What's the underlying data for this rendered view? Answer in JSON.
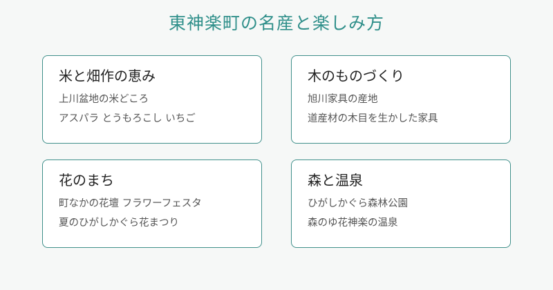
{
  "page": {
    "title": "東神楽町の名産と楽しみ方"
  },
  "colors": {
    "accent": "#2f8f8a",
    "card_border": "#3f8f8a",
    "background": "#f6f8f7",
    "card_background": "#ffffff"
  },
  "cards": [
    {
      "title": "米と畑作の恵み",
      "lines": [
        "上川盆地の米どころ",
        "アスパラ とうもろこし いちご"
      ]
    },
    {
      "title": "木のものづくり",
      "lines": [
        "旭川家具の産地",
        "道産材の木目を生かした家具"
      ]
    },
    {
      "title": "花のまち",
      "lines": [
        "町なかの花壇 フラワーフェスタ",
        "夏のひがしかぐら花まつり"
      ]
    },
    {
      "title": "森と温泉",
      "lines": [
        "ひがしかぐら森林公園",
        "森のゆ花神楽の温泉"
      ]
    }
  ]
}
